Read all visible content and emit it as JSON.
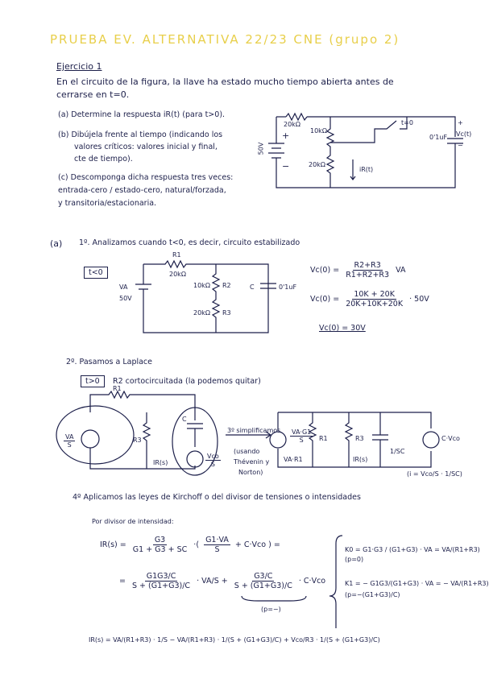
{
  "title": "PRUEBA EV. ALTERNATIVA 22/23 CNE (grupo 2)",
  "ejercicio": {
    "heading": "Ejercicio 1",
    "intro_l1": "En el circuito de la figura, la llave ha estado mucho tiempo abierta antes de",
    "intro_l2": "cerrarse en t=0.",
    "qa": "(a) Determine la respuesta iR(t) (para t>0).",
    "qb_l1": "(b) Dibújela frente al tiempo (indicando los",
    "qb_l2": "valores críticos: valores inicial y final,",
    "qb_l3": "cte de tiempo).",
    "qc_l1": "(c) Descomponga dicha respuesta tres veces:",
    "qc_l2": "entrada-cero / estado-cero, natural/forzada,",
    "qc_l3": "y transitoria/estacionaria."
  },
  "circuit1": {
    "r_top": "20kΩ",
    "r_mid": "10kΩ",
    "r_bot": "20kΩ",
    "source": "50V",
    "plus": "+",
    "minus": "−",
    "switch": "t=0",
    "cap": "0'1uF",
    "vc": "Vc(t)",
    "vc_plus": "+",
    "vc_minus": "−",
    "current": "iR(t)"
  },
  "part_a": {
    "label": "(a)",
    "step1": "1º. Analizamos cuando t<0, es decir, circuito estabilizado",
    "box": "t<0",
    "r1_label": "R1",
    "r1_val": "20kΩ",
    "r2_label": "R2",
    "r2_val": "10kΩ",
    "r3_label": "R3",
    "r3_val": "20kΩ",
    "va_label": "VA",
    "va_val": "50V",
    "c_label": "C",
    "c_val": "0'1uF",
    "eq1_lhs": "Vc(0) =",
    "eq1_num": "R2+R3",
    "eq1_den": "R1+R2+R3",
    "eq1_rhs": "VA",
    "eq2_lhs": "Vc(0) =",
    "eq2_num": "10K + 20K",
    "eq2_den": "20K+10K+20K",
    "eq2_rhs": "· 50V",
    "eq3": "Vc(0) = 30V"
  },
  "step2": {
    "text": "2º. Pasamos a Laplace",
    "box": "t>0",
    "note": "R2 cortocircuitada (la podemos quitar)",
    "r1": "R1",
    "r3": "R3",
    "c": "C",
    "va_num": "VA",
    "va_den": "S",
    "vco_num": "Vco",
    "vco_den": "S",
    "ir": "IR(s)",
    "simp_l1": "3º simplificamos",
    "simp_l2": "(usando",
    "simp_l3": "Thévenin y",
    "simp_l4": "Norton)",
    "s_va": "VA·G1",
    "s_va_den": "S",
    "s_va2": "VA·R1",
    "s_r1": "R1",
    "s_r3": "R3",
    "s_ir": "IR(s)",
    "s_cap": "1/SC",
    "s_cvco": "C·Vco",
    "s_cvco2": "(i = Vco/S · 1/SC)"
  },
  "step4": {
    "text": "4º Aplicamos las leyes de Kirchoff o del divisor de tensiones o intensidades",
    "sub": "Por divisor de intensidad:",
    "ir_lhs": "IR(s) =",
    "f1_num": "G3",
    "f1_den": "G1 + G3 + SC",
    "f2_num": "G1·VA",
    "f2_den": "S",
    "f2_plus": "+ C·Vco",
    "l2_eq": "=",
    "f3_num": "G1G3/C",
    "f3_den": "S + (G1+G3)/C",
    "f3_mul": "· VA/S",
    "f4_num": "G3/C",
    "f4_den": "S + (G1+G3)/C",
    "f4_mul": "· C·Vco",
    "pm": "(p=−)",
    "k0": "K0 = G1·G3 / (G1+G3) · VA = VA/(R1+R3)",
    "k0_p": "(p=0)",
    "k1": "K1 = − G1G3/(G1+G3) · VA = − VA/(R1+R3)",
    "k1_p": "(p=−(G1+G3)/C)",
    "final_lhs": "IR(s) =",
    "final_t1": "VA/(R1+R3) · 1/S",
    "final_t2": "− VA/(R1+R3) · 1/(S + (G1+G3)/C)",
    "final_t3": "+ Vco/R3 · 1/(S + (G1+G3)/C)"
  }
}
